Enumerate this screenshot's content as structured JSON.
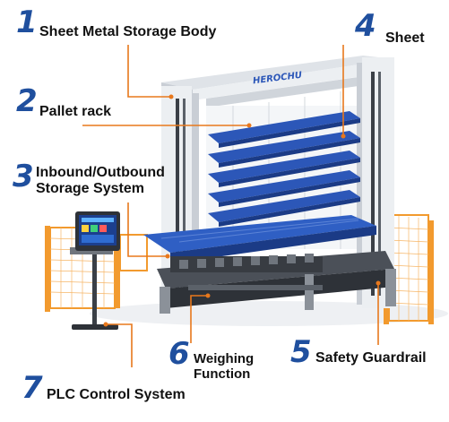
{
  "colors": {
    "number_blue": "#1f4f9e",
    "leader_orange": "#e8781c",
    "frame_white": "#e9ecef",
    "frame_dark": "#3a3f46",
    "shelf_blue": "#2c57b8",
    "guard_orange": "#f29a2e",
    "screen_blue": "#1c3f8e"
  },
  "brand": "HEROCHU",
  "callouts": [
    {
      "number": "1",
      "label": "Sheet Metal Storage Body"
    },
    {
      "number": "2",
      "label": "Pallet rack"
    },
    {
      "number": "3",
      "label": "Inbound/Outbound Storage System"
    },
    {
      "number": "4",
      "label": "Sheet"
    },
    {
      "number": "5",
      "label": "Safety Guardrail"
    },
    {
      "number": "6",
      "label": "Weighing Function"
    },
    {
      "number": "7",
      "label": "PLC Control System"
    }
  ]
}
